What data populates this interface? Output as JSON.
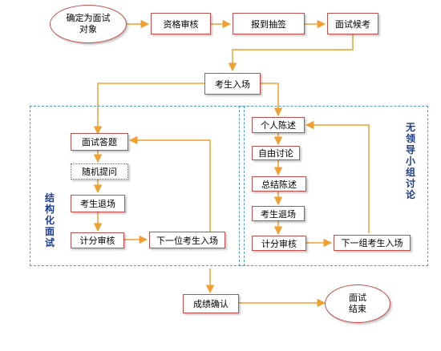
{
  "nodes": {
    "target_line1": "确定为面试",
    "target_line2": "对象",
    "qualification_review": "资格审核",
    "register_draw": "报到抽签",
    "interview_wait": "面试候考",
    "candidate_enter": "考生入场",
    "structured": {
      "answer": "面试答题",
      "random_question": "随机提问",
      "candidate_exit": "考生退场",
      "scoring_review": "计分审核",
      "next_candidate": "下一位考生入场"
    },
    "leaderless": {
      "personal_statement": "个人陈述",
      "free_discussion": "自由讨论",
      "summary_statement": "总结陈述",
      "candidate_exit": "考生退场",
      "scoring_review": "计分审核",
      "next_group": "下一组考生入场"
    },
    "score_confirm": "成绩确认",
    "end_line1": "面试",
    "end_line2": "结束"
  },
  "regions": {
    "structured_label": "结构化面试",
    "leaderless_label": "无领导小组讨论"
  },
  "colors": {
    "arrow": "#f0a030",
    "node_border": "#c0504d",
    "region_border": "#4f9fc0",
    "region_label": "#1f3d8c"
  }
}
